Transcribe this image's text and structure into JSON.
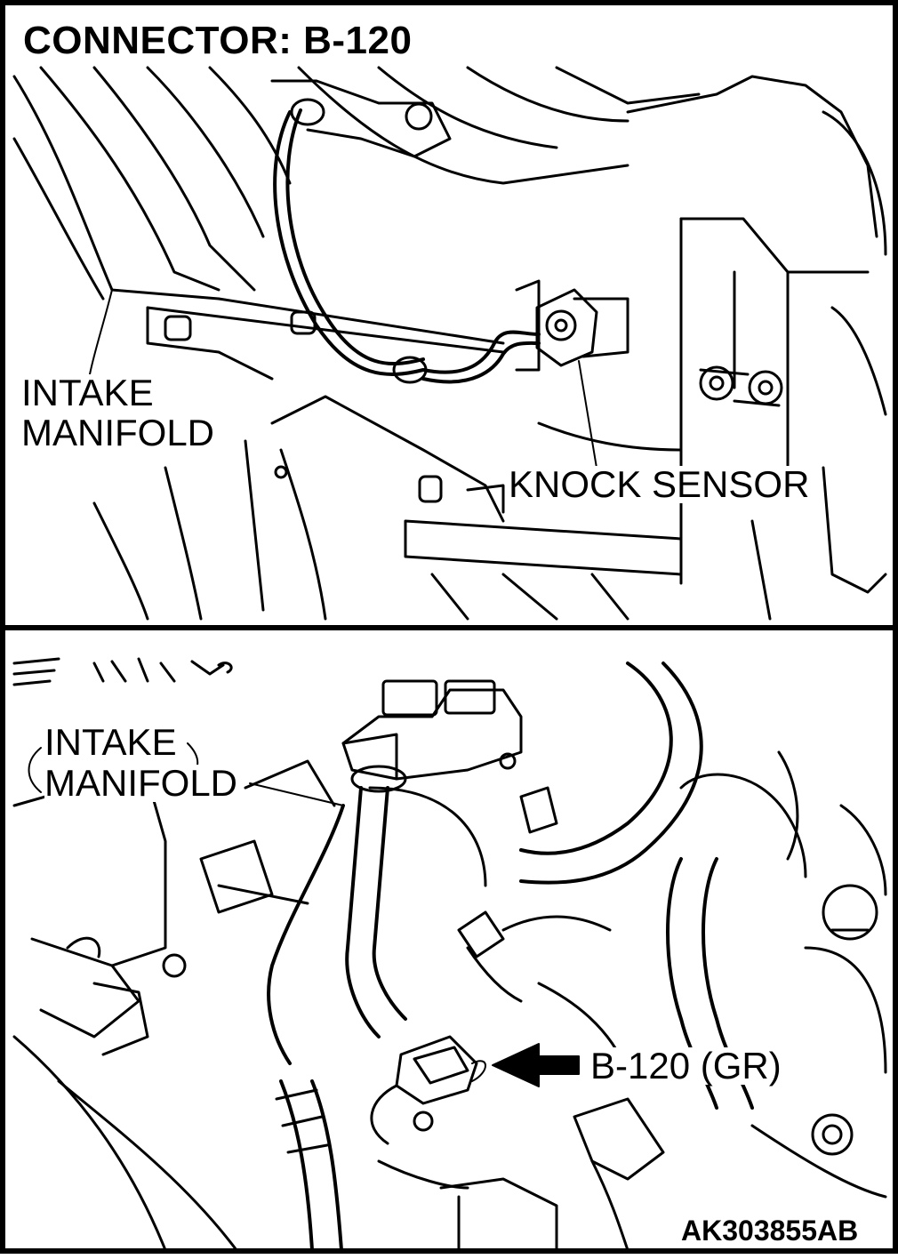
{
  "diagram": {
    "title": "CONNECTOR: B-120",
    "top_panel": {
      "label_intake_1": "INTAKE",
      "label_intake_2": "MANIFOLD",
      "label_knock": "KNOCK SENSOR"
    },
    "bottom_panel": {
      "label_intake_1": "INTAKE",
      "label_intake_2": "MANIFOLD",
      "label_connector": "B-120 (GR)"
    },
    "reference_code": "AK303855AB"
  },
  "colors": {
    "line": "#000000",
    "background": "#ffffff"
  }
}
